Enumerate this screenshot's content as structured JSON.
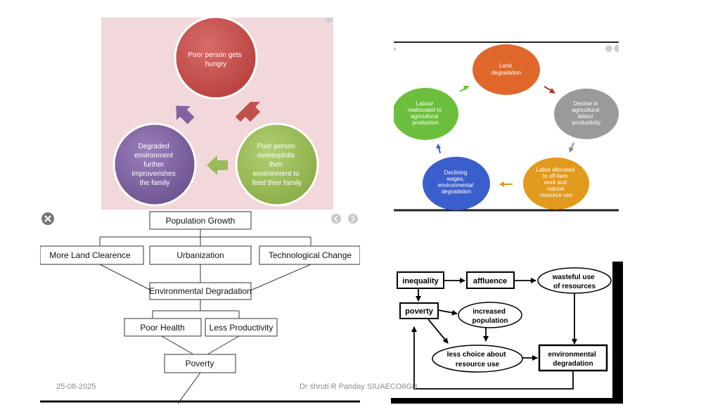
{
  "panel1": {
    "node_top": [
      "Poor person gets",
      "hungry"
    ],
    "node_right": [
      "Poor person",
      "overexploits",
      "their",
      "environment to",
      "feed their family"
    ],
    "node_left": [
      "Degraded",
      "environment",
      "further",
      "improverishes",
      "the family"
    ]
  },
  "panel2": {
    "land": [
      "Land",
      "degradation"
    ],
    "decline": [
      "Decline in",
      "agricultural",
      "labour",
      "productivity"
    ],
    "offfarm": [
      "Labor allocated",
      "to off-farm",
      "work and",
      "natural",
      "resource use"
    ],
    "wages": [
      "Declining",
      "wages,",
      "environmental",
      "degradation"
    ],
    "labour": [
      "Labour",
      "reallocated to",
      "agricultural",
      "production"
    ]
  },
  "panel3": {
    "population_growth": "Population Growth",
    "more_land": "More Land Clearence",
    "urbanization": "Urbanization",
    "tech_change": "Technological Change",
    "env_degradation": "Environmental Degradation",
    "poor_health": "Poor Health",
    "less_productivity": "Less Productivity",
    "poverty": "Poverty"
  },
  "panel4": {
    "inequality": "inequality",
    "affluence": "affluence",
    "wasteful": [
      "wasteful use",
      "of resources"
    ],
    "poverty": "poverty",
    "increased_population": [
      "increased",
      "population"
    ],
    "less_choice": [
      "less choice about",
      "resource use"
    ],
    "env_degradation": [
      "environmental",
      "degradation"
    ]
  },
  "footer": {
    "date": "25-08-2025",
    "author": "Dr shruti R Panday   SIUAECO6GB"
  },
  "colors": {
    "panel1_bg": "#f2d8da",
    "red_node": "#c0504d",
    "green_node": "#9bbb59",
    "purple_node": "#8064a2",
    "orange_node": "#e29a1e",
    "blue_node": "#3a5fcd",
    "grey_node": "#9a9a9a"
  }
}
